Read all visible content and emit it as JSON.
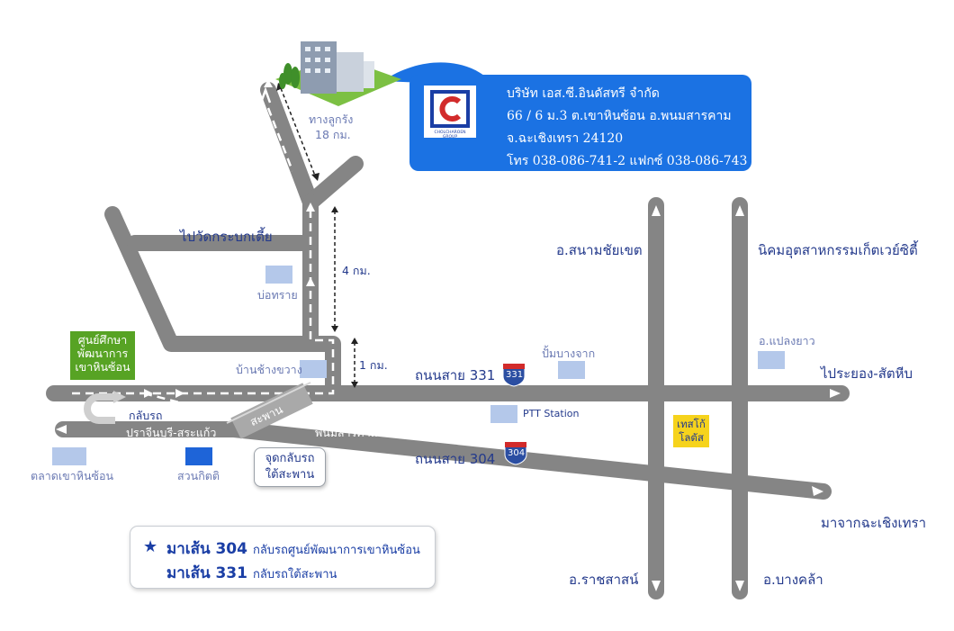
{
  "company": {
    "name": "บริษัท เอส.ซี.อินดัสทรี จำกัด",
    "address1": "66 / 6 ม.3 ต.เขาหินซ้อน อ.พนมสารคาม",
    "address2": "จ.ฉะเชิงเทรา 24120",
    "contact": "โทร 038-086-741-2 แฟกซ์ 038-086-743",
    "logo_text": "CHOLCHAROEN GROUP"
  },
  "labels": {
    "detour": "ทางลูกรัง",
    "detour_dist": "18 กม.",
    "dist_4km": "4 กม.",
    "dist_1km": "1 กม.",
    "wat": "ไปวัดกระบกเตี้ย",
    "bo_sai": "บ่อทราย",
    "ban_chang": "บ้านช้างขวาง",
    "school": "ศูนย์ศึกษาพัฒนาการเขาหินซ้อน",
    "school_line1": "ศูนย์ศึกษา",
    "school_line2": "พัฒนาการ",
    "school_line3": "เขาหินซ้อน",
    "uturn": "กลับรถ",
    "prachin": "ปราจีนบุรี-สระแก้ว",
    "bridge": "สะพาน",
    "phanom": "พนมสารคาม-ฉะเชิงเทรา",
    "road331": "ถนนสาย 331",
    "road304": "ถนนสาย 304",
    "pump": "ปั้มบางจาก",
    "ptt": "PTT Station",
    "sanam": "อ.สนามชัยเขต",
    "nikhom": "นิคมอุตสาหกรรมเก็ตเวย์ซิตี้",
    "plaeng": "อ.แปลงยาว",
    "rayong": "ไประยอง-สัตหีบ",
    "tesco": "เทสโก้ โลตัส",
    "tesco_line1": "เทสโก้",
    "tesco_line2": "โลตัส",
    "from_chachoeng": "มาจากฉะเชิงเทรา",
    "ratcha": "อ.ราชสาสน์",
    "bangkhla": "อ.บางคล้า",
    "market": "ตลาดเขาหินซ้อน",
    "suan": "สวนกิตติ",
    "uturn_box_line1": "จุดกลับรถ",
    "uturn_box_line2": "ใต้สะพาน",
    "shield_331": "331",
    "shield_304": "304"
  },
  "legend": {
    "row1_route": "มาเส้น 304",
    "row1_desc": "กลับรถศูนย์พัฒนาการเขาหินซ้อน",
    "row2_route": "มาเส้น 331",
    "row2_desc": "กลับรถใต้สะพาน"
  },
  "colors": {
    "road": "#858585",
    "route_dash": "#ffffff",
    "label_text": "#243a8c",
    "company_box": "#1b72e3",
    "school_box": "#57a324",
    "tesco_box": "#f6d31c",
    "landmark": "#b4c8ea",
    "shield_blue": "#2b4ea2",
    "shield_red": "#d22b2b"
  },
  "icons": [
    "building-icon",
    "star-icon",
    "route-shield-icon",
    "uturn-arrow-icon",
    "company-logo-icon"
  ]
}
